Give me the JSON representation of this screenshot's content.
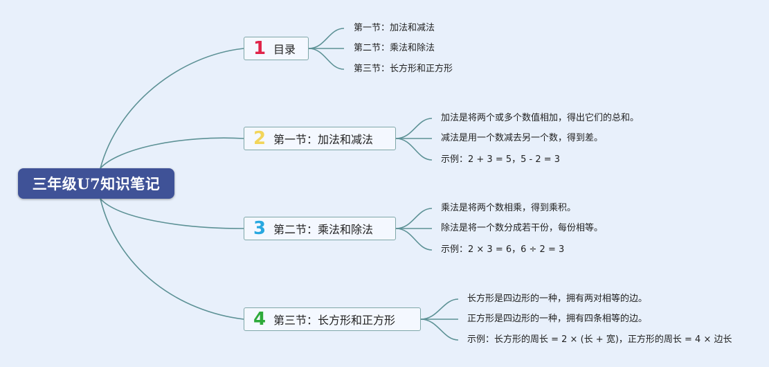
{
  "root": {
    "title": "三年级U7知识笔记"
  },
  "colors": {
    "background": "#e8f0fb",
    "root": "#3f5297",
    "connector": "#5c9195",
    "branch_border": "#7fa7a8"
  },
  "branches": [
    {
      "number": "1",
      "number_color": "#e0244a",
      "label": "目录",
      "leaves": [
        "第一节：加法和减法",
        "第二节：乘法和除法",
        "第三节：长方形和正方形"
      ]
    },
    {
      "number": "2",
      "number_color": "#f2d55a",
      "label": "第一节：加法和减法",
      "leaves": [
        "加法是将两个或多个数值相加，得出它们的总和。",
        "减法是用一个数减去另一个数，得到差。",
        "示例：2 + 3 = 5，5 - 2 = 3"
      ]
    },
    {
      "number": "3",
      "number_color": "#28a8e0",
      "label": "第二节：乘法和除法",
      "leaves": [
        "乘法是将两个数相乘，得到乘积。",
        "除法是将一个数分成若干份，每份相等。",
        "示例：2 × 3 = 6，6 ÷ 2 = 3"
      ]
    },
    {
      "number": "4",
      "number_color": "#2eaa3a",
      "label": "第三节：长方形和正方形",
      "leaves": [
        "长方形是四边形的一种，拥有两对相等的边。",
        "正方形是四边形的一种，拥有四条相等的边。",
        "示例：长方形的周长 = 2 × (长 + 宽)，正方形的周长 = 4 × 边长"
      ]
    }
  ]
}
